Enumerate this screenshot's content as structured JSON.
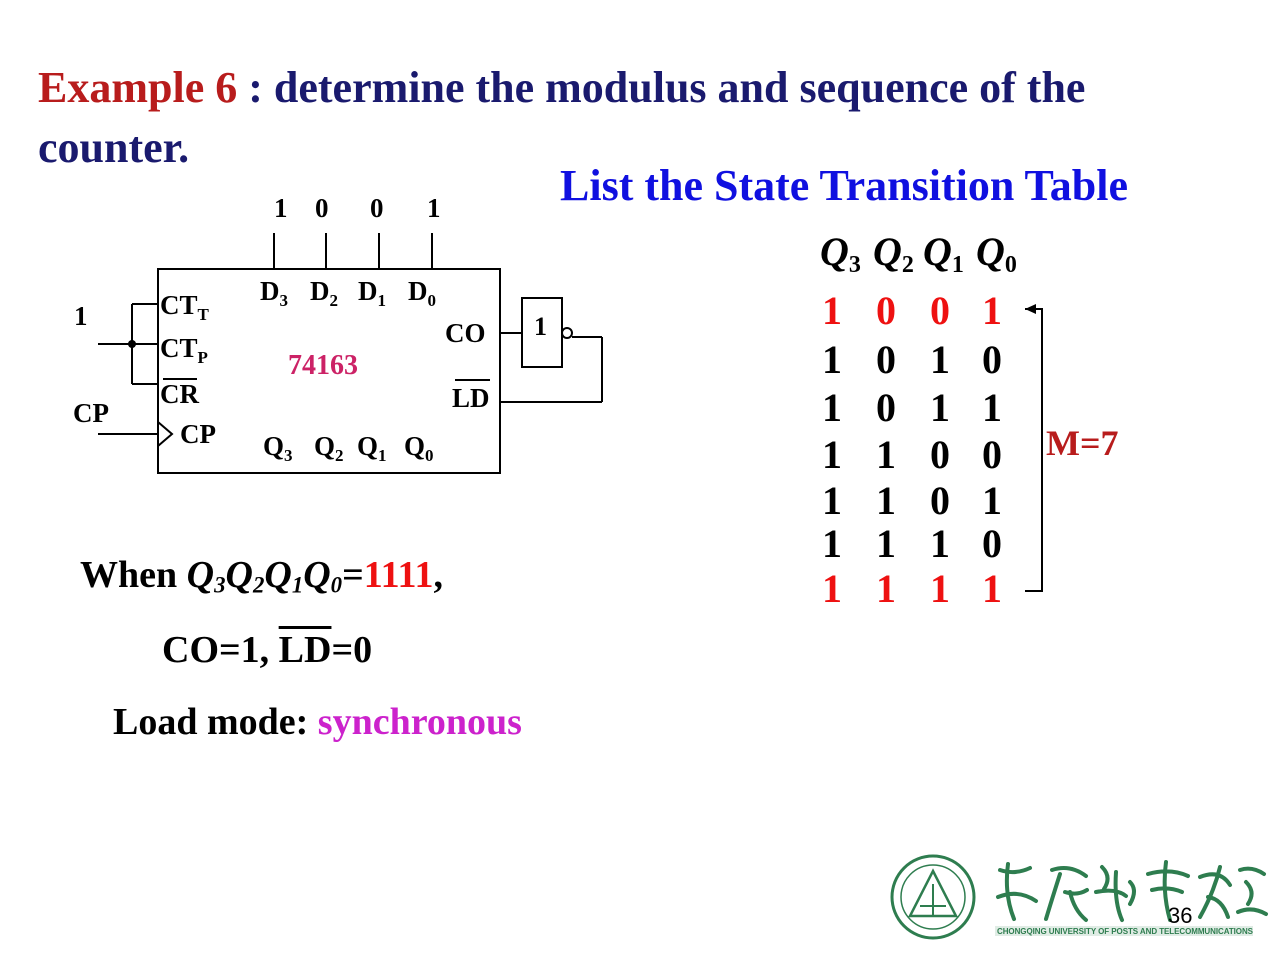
{
  "title": {
    "example": "Example 6",
    "rest": " : determine the modulus and sequence of the counter."
  },
  "table_heading": "List the State Transition Table",
  "circuit": {
    "chip_label": "74163",
    "data_inputs": [
      "1",
      "0",
      "0",
      "1"
    ],
    "d_pins": [
      "D",
      "D",
      "D",
      "D"
    ],
    "d_subs": [
      "3",
      "2",
      "1",
      "0"
    ],
    "q_pins": [
      "Q",
      "Q",
      "Q",
      "Q"
    ],
    "q_subs": [
      "3",
      "2",
      "1",
      "0"
    ],
    "ctt": "CT",
    "ctt_sub": "T",
    "ctp": "CT",
    "ctp_sub": "P",
    "cr": "CR",
    "cp_pin": "CP",
    "co": "CO",
    "ld": "LD",
    "enable_input": "1",
    "cp_input": "CP",
    "gate_label": "1"
  },
  "state_table": {
    "header": [
      {
        "var": "Q",
        "sub": "3"
      },
      {
        "var": "Q",
        "sub": "2"
      },
      {
        "var": "Q",
        "sub": "1"
      },
      {
        "var": "Q",
        "sub": "0"
      }
    ],
    "rows": [
      {
        "bits": [
          "1",
          "0",
          "0",
          "1"
        ],
        "highlight": true
      },
      {
        "bits": [
          "1",
          "0",
          "1",
          "0"
        ],
        "highlight": false
      },
      {
        "bits": [
          "1",
          "0",
          "1",
          "1"
        ],
        "highlight": false
      },
      {
        "bits": [
          "1",
          "1",
          "0",
          "0"
        ],
        "highlight": false
      },
      {
        "bits": [
          "1",
          "1",
          "0",
          "1"
        ],
        "highlight": false
      },
      {
        "bits": [
          "1",
          "1",
          "1",
          "0"
        ],
        "highlight": false
      },
      {
        "bits": [
          "1",
          "1",
          "1",
          "1"
        ],
        "highlight": true
      }
    ],
    "modulus_label": "M=7"
  },
  "when_line": {
    "prefix": "When ",
    "vars": [
      {
        "var": "Q",
        "sub": "3"
      },
      {
        "var": "Q",
        "sub": "2"
      },
      {
        "var": "Q",
        "sub": "1"
      },
      {
        "var": "Q",
        "sub": "0"
      }
    ],
    "equals": "=",
    "value": "1111",
    "suffix": ","
  },
  "co_line": {
    "co": "CO=1, ",
    "ld": "LD",
    "ld_value": "=0"
  },
  "load_line": {
    "label": "Load mode: ",
    "value": "synchronous"
  },
  "page_number": "36",
  "logo": {
    "university": "CHONGQING UNIVERSITY OF POSTS AND TELECOMMUNICATIONS"
  },
  "colors": {
    "title_text": "#1a1a6e",
    "example_red": "#b81c1c",
    "heading_blue": "#1010e0",
    "chip_magenta": "#cc2266",
    "highlight_red": "#ee1111",
    "modulus_red": "#b81c1c",
    "sync_magenta": "#cc22cc",
    "logo_green": "#2e7d4f"
  }
}
